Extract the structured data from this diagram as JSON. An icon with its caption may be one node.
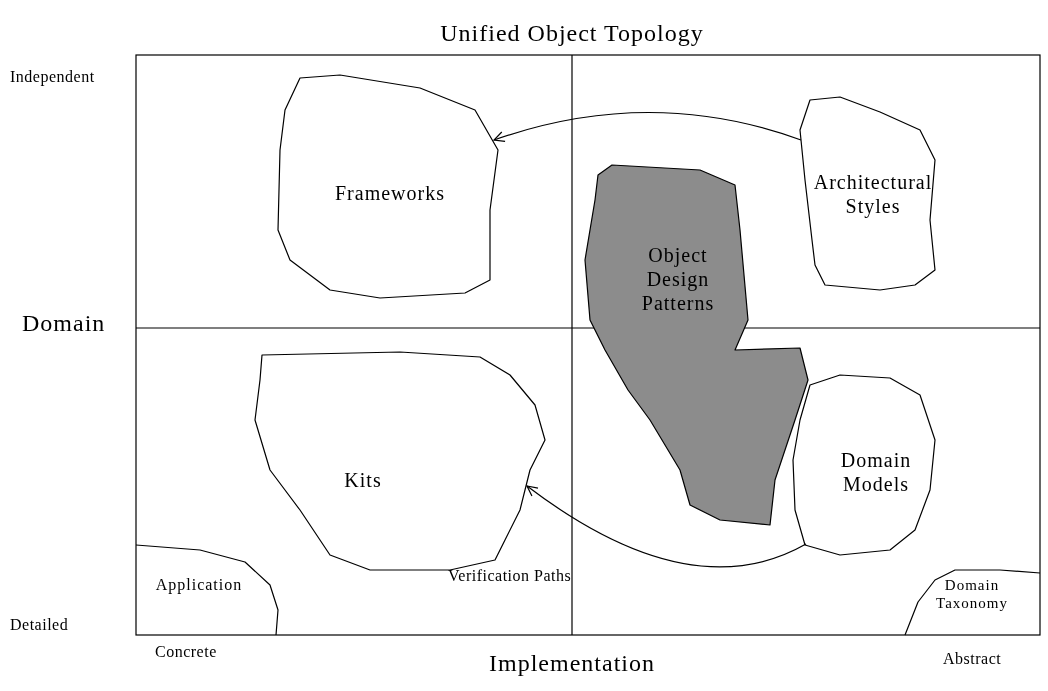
{
  "diagram": {
    "title": "Unified Object Topology",
    "nodes": [
      {
        "text": [
          "Frameworks"
        ]
      },
      {
        "text": [
          "Architectural Styles"
        ]
      },
      {
        "text": [
          "Object Design Patterns"
        ]
      },
      {
        "text": [
          "Kits"
        ]
      },
      {
        "text": [
          "Domain Models"
        ]
      },
      {
        "text": [
          "Application"
        ]
      },
      {
        "text": [
          "Domain Taxonomy"
        ]
      }
    ],
    "edges": [
      {
        "from": 1,
        "to": 0,
        "arrow": "to"
      },
      {
        "from": 4,
        "to": 3,
        "arrow": "to"
      }
    ],
    "labels": [
      "Independent",
      "Domain",
      "Verification Paths",
      "Detailed",
      "Concrete",
      "Implementation",
      "Abstract"
    ]
  }
}
